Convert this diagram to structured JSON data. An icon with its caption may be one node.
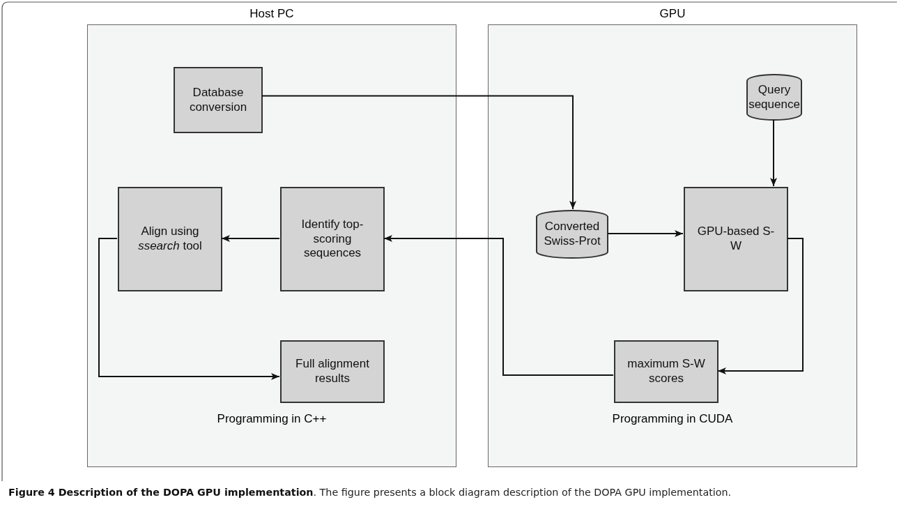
{
  "diagram": {
    "caption": "**Figure 4 Description of the DOPA GPU implementation**. The figure presents a block diagram description of the DOPA GPU implementation.",
    "nodes": [
      {
        "text": [
          "Host PC",
          "Programming in C++"
        ]
      },
      {
        "text": [
          "Database conversion"
        ],
        "in": 0
      },
      {
        "text": [
          "Align using *ssearch* tool"
        ],
        "in": 0
      },
      {
        "text": [
          "Identify top-scoring sequences"
        ],
        "in": 0
      },
      {
        "text": [
          "Full alignment results"
        ],
        "in": 0
      },
      {
        "text": [
          "GPU",
          "Programming in CUDA"
        ]
      },
      {
        "text": [
          "Query sequence"
        ],
        "in": 5
      },
      {
        "text": [
          "Converted Swiss-Prot"
        ],
        "in": 5
      },
      {
        "text": [
          "GPU-based S-W"
        ],
        "in": 5
      },
      {
        "text": [
          "maximum S-W scores"
        ],
        "in": 5
      }
    ],
    "edges": [
      {
        "from": 1,
        "to": 7,
        "arrow": "to"
      },
      {
        "from": 6,
        "to": 8,
        "arrow": "to"
      },
      {
        "from": 7,
        "to": 8,
        "arrow": "to"
      },
      {
        "from": 8,
        "to": 9,
        "arrow": "to"
      },
      {
        "from": 9,
        "to": 3,
        "arrow": "to"
      },
      {
        "from": 3,
        "to": 2,
        "arrow": "to"
      },
      {
        "from": 2,
        "to": 4,
        "arrow": "to"
      }
    ]
  }
}
